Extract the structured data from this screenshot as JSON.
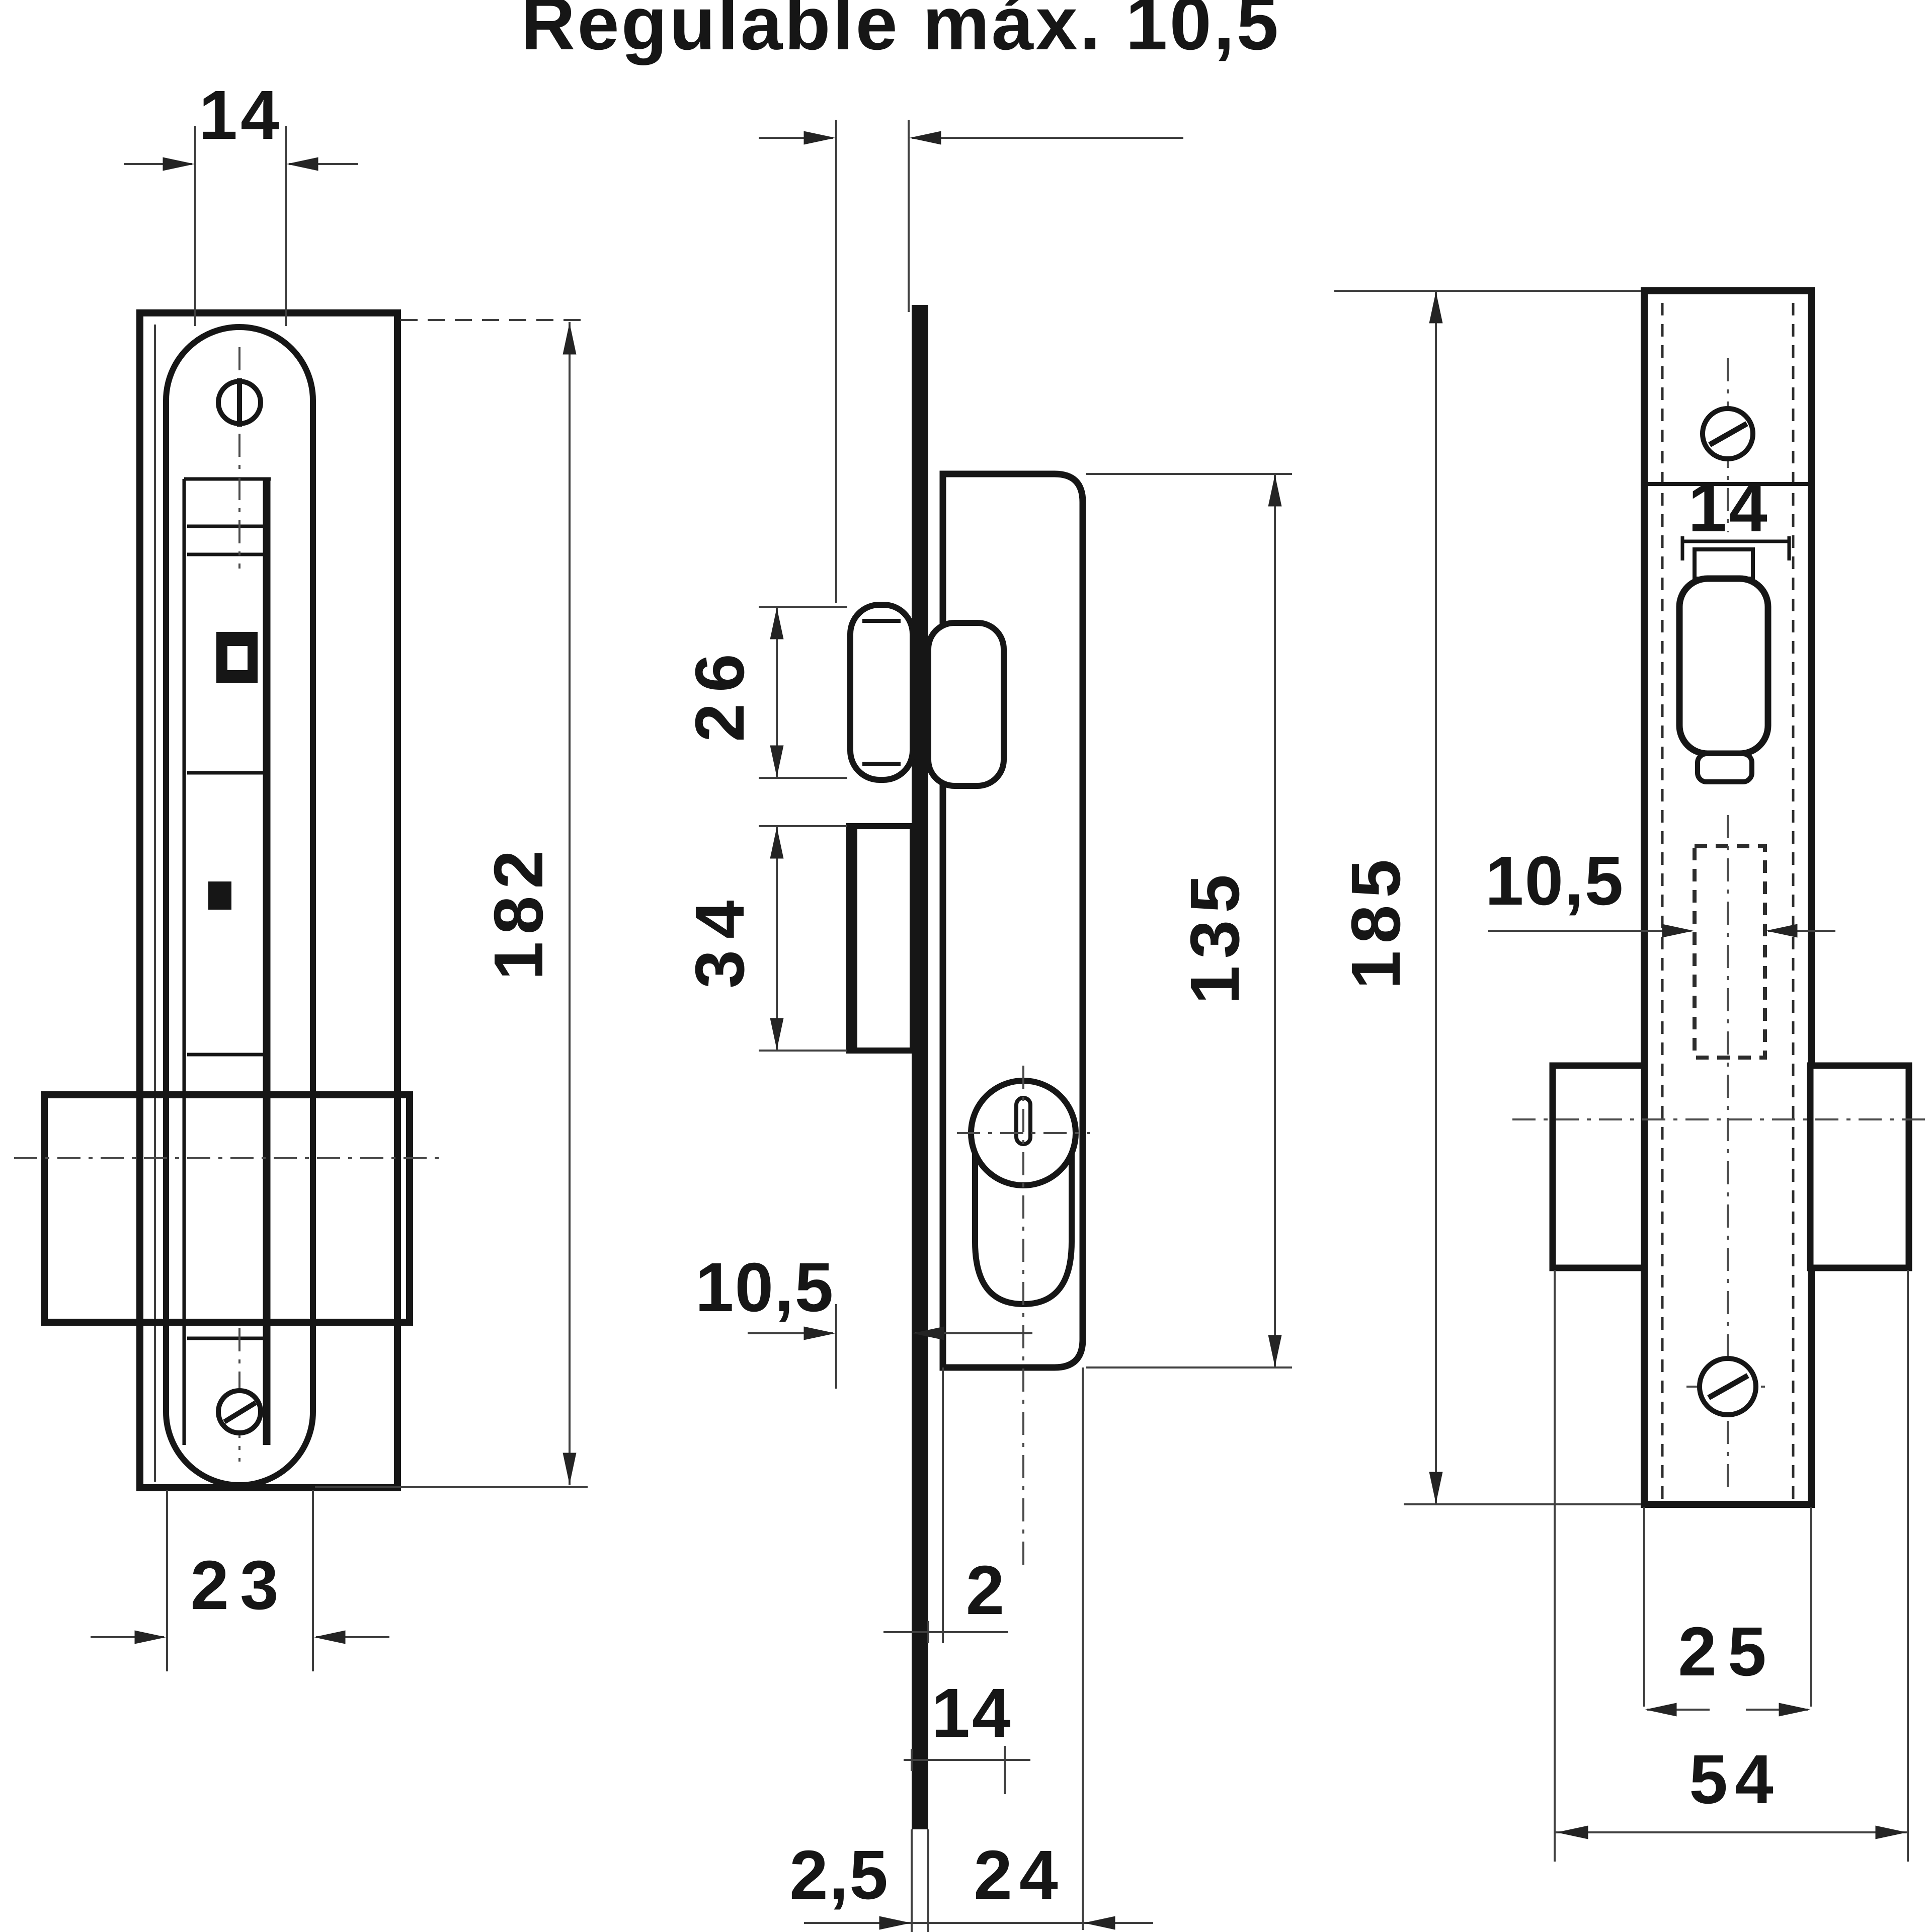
{
  "title": "Regulable máx. 10,5",
  "ink_color": "#161616",
  "front": {
    "width_top": "14",
    "height": "182",
    "width_bottom": "23"
  },
  "side": {
    "roller_height": "26",
    "guide_height": "34",
    "offset": "10,5",
    "case_height": "135",
    "gap": "2",
    "backset": "14",
    "plate_thickness": "2,5",
    "case_depth": "24"
  },
  "rear": {
    "latch_width": "14",
    "slot_width": "10,5",
    "height": "185",
    "case_width": "25",
    "overall_width": "54"
  }
}
